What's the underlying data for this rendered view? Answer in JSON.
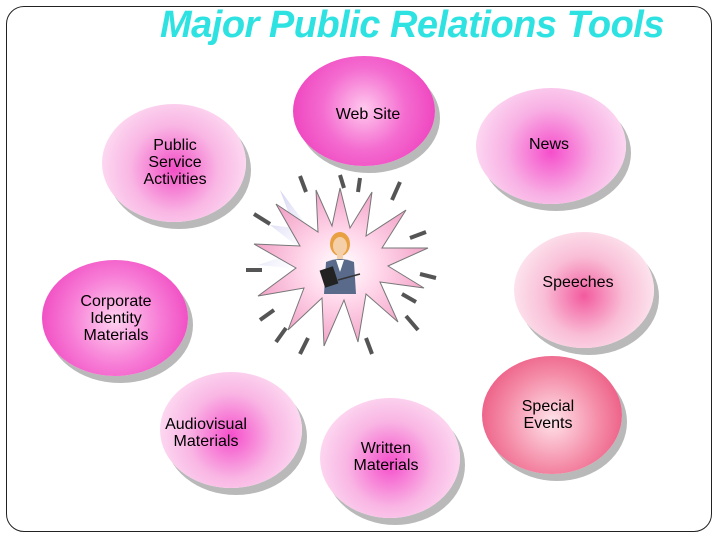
{
  "title": "Major Public Relations Tools",
  "tools": {
    "web_site": "Web Site",
    "news": "News",
    "public_service": "Public\nService\nActivities",
    "speeches": "Speeches",
    "corporate_identity": "Corporate\nIdentity\nMaterials",
    "audiovisual": "Audiovisual\nMaterials",
    "written": "Written\nMaterials",
    "special_events": "Special\nEvents"
  },
  "center_icon": "businesswoman-icon",
  "colors": {
    "title": "#2fe2e2",
    "bubble_hot": "#ee2fb8",
    "bubble_red": "#e63a6a",
    "bubble_light": "#ffffff"
  }
}
